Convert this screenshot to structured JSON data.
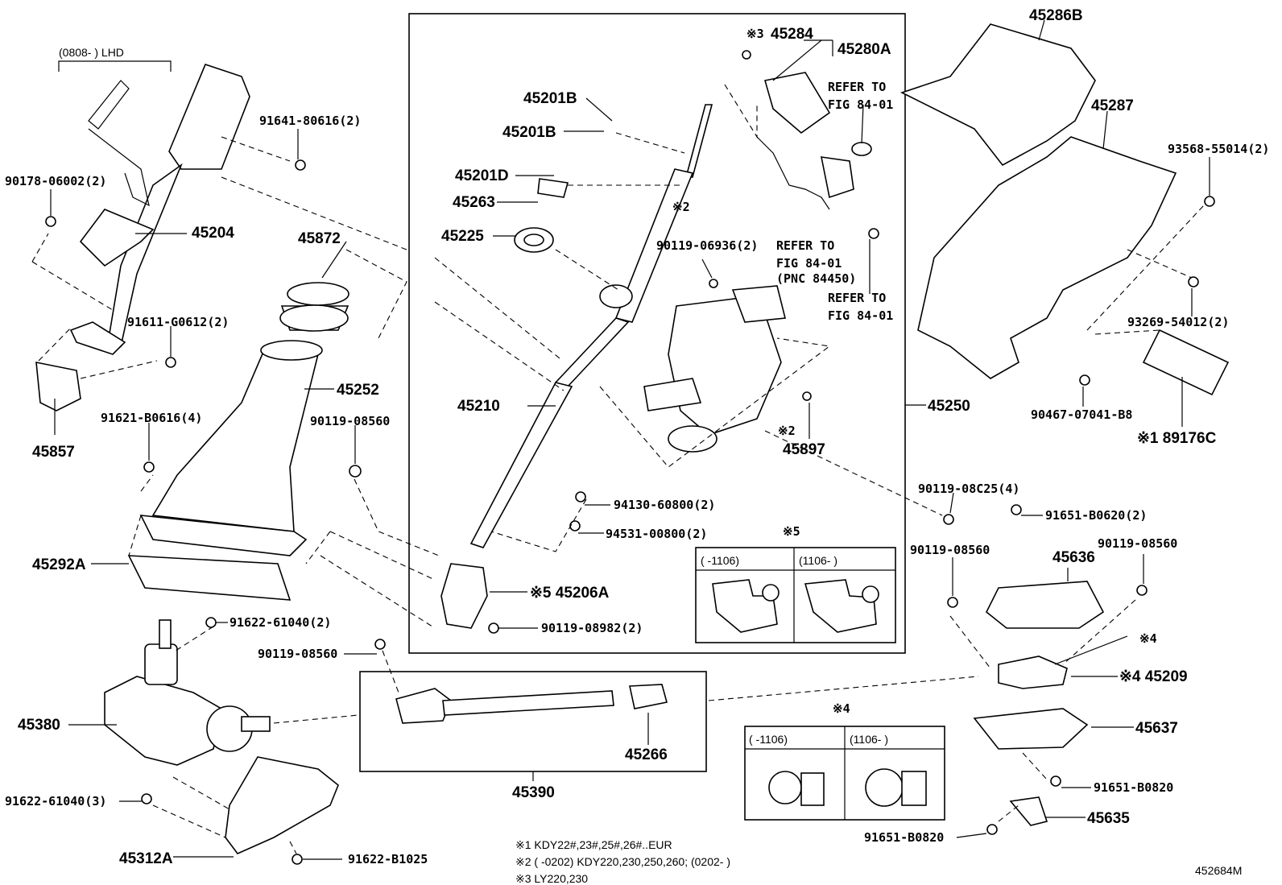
{
  "diagram_id": "452684M",
  "labels": {
    "lhd": "(0808-      ) LHD",
    "l91641_80616": "91641-80616(2)",
    "l90178_06002": "90178-06002(2)",
    "l45204": "45204",
    "l45872": "45872",
    "l91611_g0612": "91611-G0612(2)",
    "l45252": "45252",
    "l91621_b0616": "91621-B0616(4)",
    "l90119_08560": "90119-08560",
    "l45857": "45857",
    "l45292A": "45292A",
    "l91622_61040_2": "91622-61040(2)",
    "l45380": "45380",
    "l91622_61040_3": "91622-61040(3)",
    "l45312A": "45312A",
    "l91622_b1025": "91622-B1025",
    "l45201B": "45201B",
    "l45201D": "45201D",
    "l45263": "45263",
    "l45225": "45225",
    "l45210": "45210",
    "l94130_60800": "94130-60800(2)",
    "l94531_00800": "94531-00800(2)",
    "l45206A": "※5 45206A",
    "l90119_08982": "90119-08982(2)",
    "note2_mark": "※2",
    "note3_mark": "※3",
    "note4_mark": "※4",
    "note5_mark": "※5",
    "l90119_06936": "90119-06936(2)",
    "refer_to": "REFER TO",
    "fig_84_01": "FIG 84-01",
    "pnc_84450": "(PNC 84450)",
    "l45284": "45284",
    "l45280A": "45280A",
    "l45897": "45897",
    "l45250": "45250",
    "l45286B": "45286B",
    "l45287": "45287",
    "l93568_55014": "93568-55014(2)",
    "l93269_54012": "93269-54012(2)",
    "l90467_07041": "90467-07041-B8",
    "l89176C": "※1 89176C",
    "l90119_08c25": "90119-08C25(4)",
    "l91651_b0620": "91651-B0620(2)",
    "l45636": "45636",
    "l45209": "※4 45209",
    "l45637": "45637",
    "l91651_b0820": "91651-B0820",
    "l45635": "45635",
    "l45266": "45266",
    "l45390": "45390",
    "col_old": "(      -1106)",
    "col_new": "(1106-       )"
  },
  "footnotes": [
    "※1  KDY22#,23#,25#,26#..EUR",
    "※2  (        -0202) KDY220,230,250,260; (0202-        )",
    "※3  LY220,230"
  ]
}
